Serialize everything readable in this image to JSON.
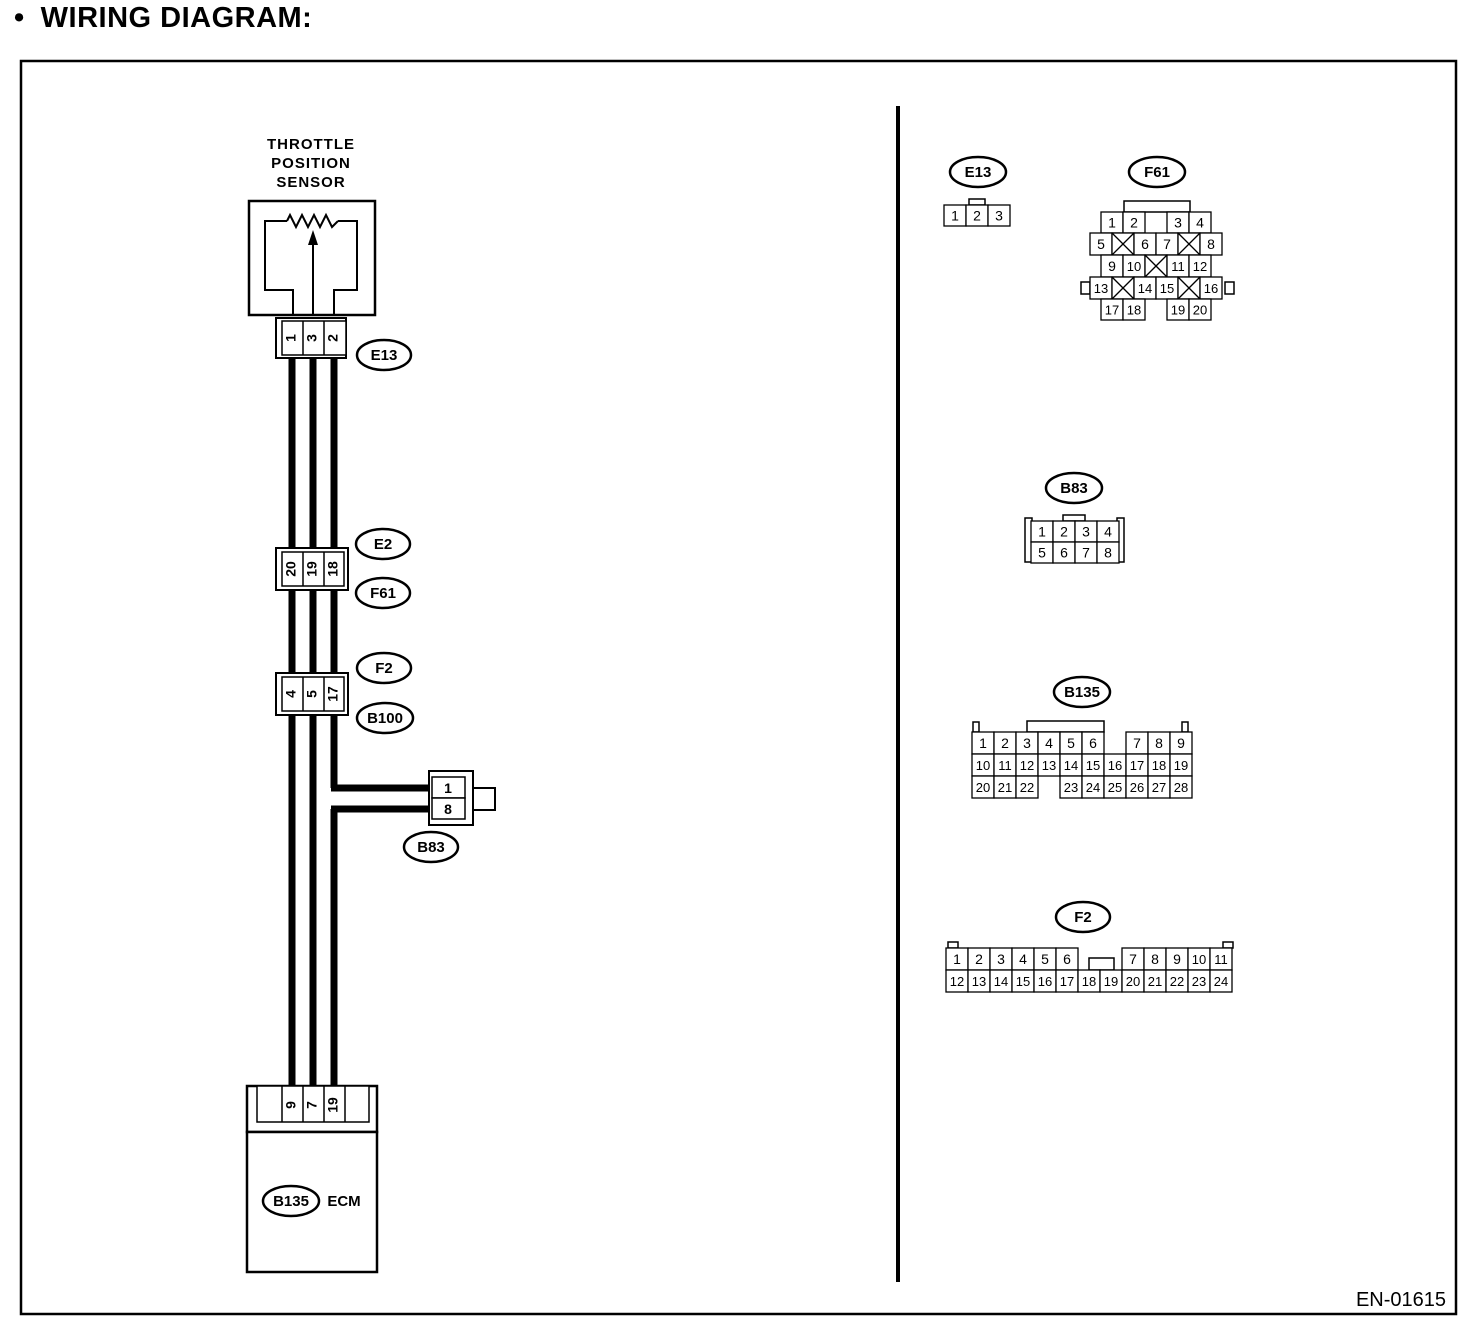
{
  "heading": {
    "bullet": "•",
    "title": "WIRING DIAGRAM:"
  },
  "figure_id": "EN-01615",
  "sensor": {
    "line1": "THROTTLE",
    "line2": "POSITION",
    "line3": "SENSOR"
  },
  "ecm": {
    "connector": "B135",
    "label": "ECM"
  },
  "connector_tags": {
    "E13": "E13",
    "E2": "E2",
    "F61": "F61",
    "F2": "F2",
    "B100": "B100",
    "B83": "B83",
    "B135": "B135"
  },
  "harness_pins": {
    "e13": [
      "1",
      "3",
      "2"
    ],
    "e2_f61": [
      "20",
      "19",
      "18"
    ],
    "f2_b100": [
      "4",
      "5",
      "17"
    ],
    "b83": [
      "1",
      "8"
    ],
    "ecm": [
      "9",
      "7",
      "19"
    ]
  },
  "views": {
    "E13": {
      "rows": [
        [
          "1",
          "2",
          "3"
        ]
      ]
    },
    "F61": {
      "rows": [
        [
          "1",
          "2",
          "",
          "3",
          "4"
        ],
        [
          "5",
          "X",
          "6",
          "7",
          "X",
          "8"
        ],
        [
          "9",
          "10",
          "X",
          "11",
          "12"
        ],
        [
          "13",
          "X",
          "14",
          "15",
          "X",
          "16"
        ],
        [
          "17",
          "18",
          "",
          "19",
          "20"
        ]
      ]
    },
    "B83": {
      "rows": [
        [
          "1",
          "2",
          "3",
          "4"
        ],
        [
          "5",
          "6",
          "7",
          "8"
        ]
      ]
    },
    "B135": {
      "rows": [
        [
          "1",
          "2",
          "3",
          "4",
          "5",
          "6",
          "",
          "7",
          "8",
          "9"
        ],
        [
          "10",
          "11",
          "12",
          "13",
          "14",
          "15",
          "16",
          "17",
          "18",
          "19"
        ],
        [
          "20",
          "21",
          "22",
          "",
          "23",
          "24",
          "25",
          "26",
          "27",
          "28"
        ]
      ]
    },
    "F2": {
      "rows": [
        [
          "1",
          "2",
          "3",
          "4",
          "5",
          "6",
          "",
          "",
          "7",
          "8",
          "9",
          "10",
          "11"
        ],
        [
          "12",
          "13",
          "14",
          "15",
          "16",
          "17",
          "18",
          "19",
          "20",
          "21",
          "22",
          "23",
          "24"
        ]
      ]
    }
  }
}
